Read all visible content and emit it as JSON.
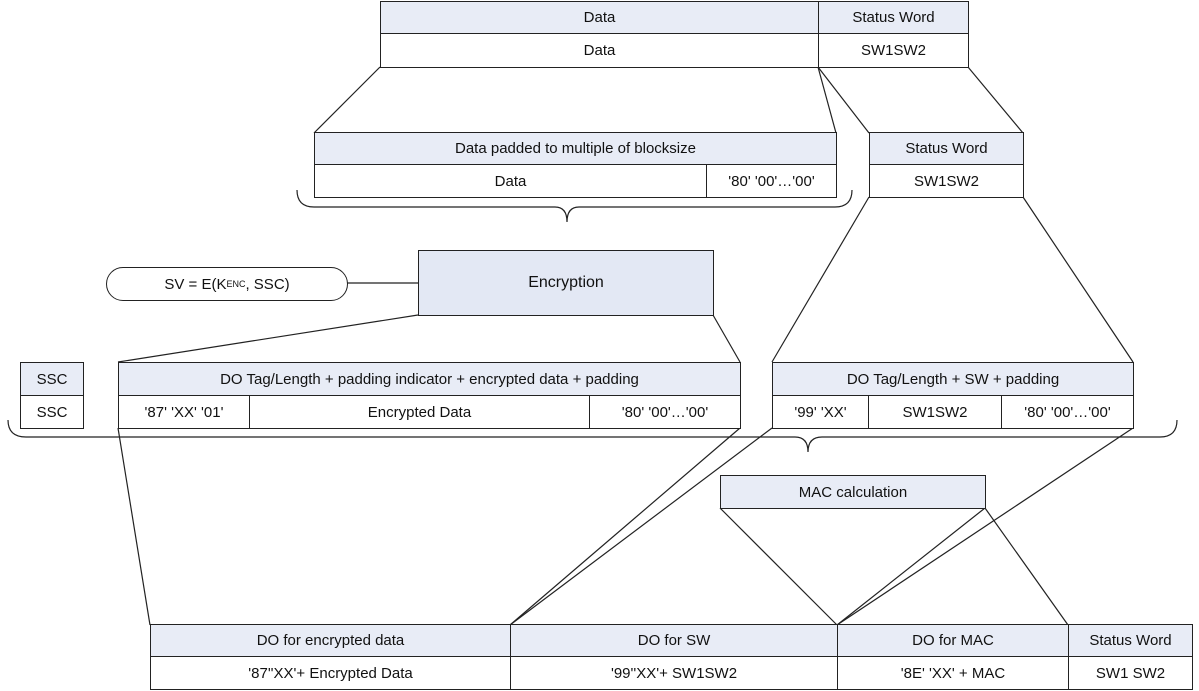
{
  "top": {
    "data_header": "Data",
    "sw_header": "Status Word",
    "data_value": "Data",
    "sw_value": "SW1SW2"
  },
  "padded": {
    "header": "Data padded to multiple of blocksize",
    "data": "Data",
    "padding": "'80' '00'…'00'"
  },
  "sw_block": {
    "header": "Status Word",
    "value": "SW1SW2"
  },
  "sv": {
    "prefix": "SV = E(K",
    "subscript": "ENC",
    "suffix": ", SSC)"
  },
  "encryption": {
    "label": "Encryption"
  },
  "ssc": {
    "header": "SSC",
    "value": "SSC"
  },
  "do_enc": {
    "header": "DO Tag/Length + padding indicator + encrypted data + padding",
    "tag": "'87' 'XX' '01'",
    "data": "Encrypted Data",
    "padding": "'80' '00'…'00'"
  },
  "do_sw": {
    "header": "DO Tag/Length + SW + padding",
    "tag": "'99' 'XX'",
    "sw": "SW1SW2",
    "padding": "'80' '00'…'00'"
  },
  "mac": {
    "label": "MAC calculation"
  },
  "bottom": {
    "enc_header": "DO for encrypted data",
    "sw_header": "DO for SW",
    "mac_header": "DO for MAC",
    "status_header": "Status Word",
    "enc_value": "'87''XX'+ Encrypted Data",
    "sw_value": "'99''XX'+ SW1SW2",
    "mac_value": "'8E' 'XX' + MAC",
    "status_value": "SW1 SW2"
  },
  "colors": {
    "header_fill": "#e8ecf6",
    "line": "#222222"
  }
}
